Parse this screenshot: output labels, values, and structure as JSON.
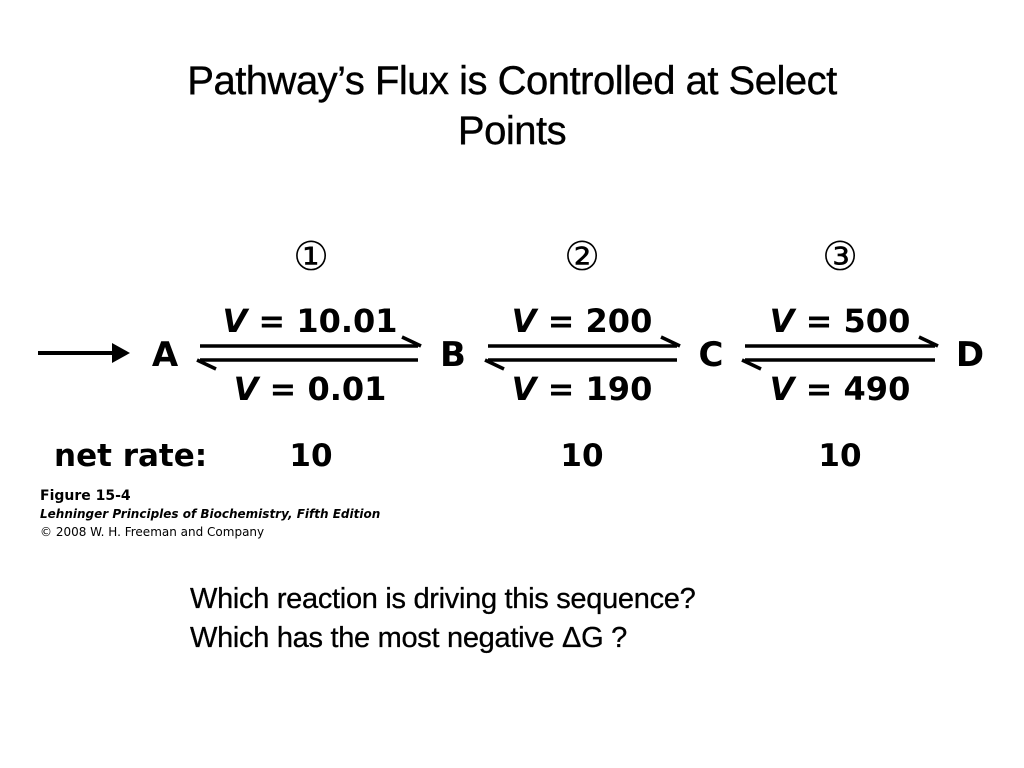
{
  "title": {
    "line1": "Pathway’s Flux is Controlled at Select",
    "line2": "Points"
  },
  "diagram": {
    "steps": [
      {
        "number": "①",
        "forward_rate": "10.01",
        "reverse_rate": "0.01",
        "net_rate": "10"
      },
      {
        "number": "②",
        "forward_rate": "200",
        "reverse_rate": "190",
        "net_rate": "10"
      },
      {
        "number": "③",
        "forward_rate": "500",
        "reverse_rate": "490",
        "net_rate": "10"
      }
    ],
    "nodes": [
      "A",
      "B",
      "C",
      "D"
    ],
    "rate_prefix": "V = ",
    "net_rate_label": "net rate:"
  },
  "caption": {
    "figure": "Figure 15-4",
    "book": "Lehninger Principles of Biochemistry, Fifth Edition",
    "copyright": "© 2008 W. H. Freeman and Company"
  },
  "questions": [
    "Which reaction is driving this sequence?",
    "Which has the most negative ΔG ?"
  ]
}
